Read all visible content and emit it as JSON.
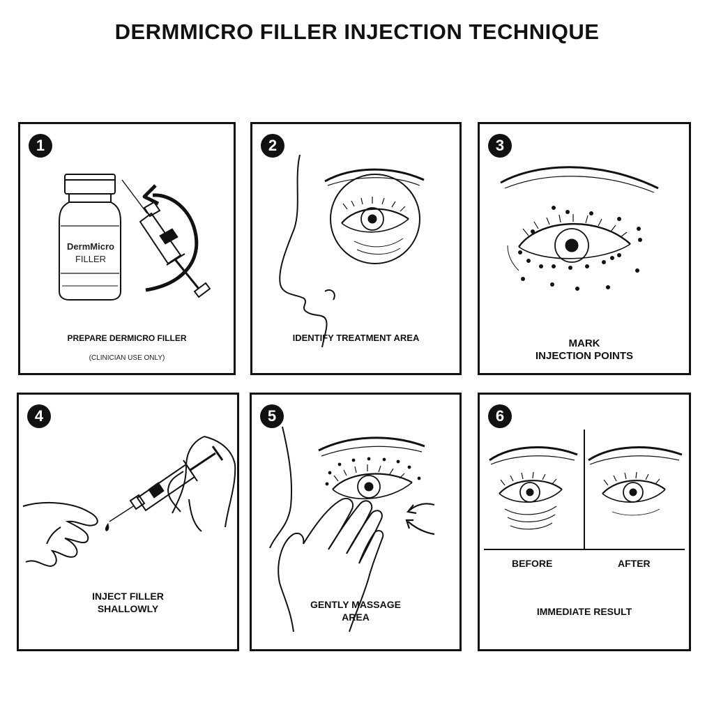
{
  "title": "DERMMICRO FILLER INJECTION TECHNIQUE",
  "steps": [
    {
      "number": "1",
      "caption": "PREPARE DERMICRO FILLER",
      "note": "(CLINICIAN USE ONLY)",
      "vial_brand": "DermMicro",
      "vial_product": "FILLER",
      "icons": [
        "vial-icon",
        "syringe-icon",
        "rotate-arrow-icon"
      ]
    },
    {
      "number": "2",
      "caption": "IDENTIFY TREATMENT AREA",
      "icons": [
        "face-profile-icon",
        "eye-icon"
      ]
    },
    {
      "number": "3",
      "caption_line1": "MARK",
      "caption_line2": "INJECTION POINTS",
      "icons": [
        "eye-icon",
        "injection-dots"
      ]
    },
    {
      "number": "4",
      "caption_line1": "INJECT FILLER",
      "caption_line2": "SHALLOWLY",
      "icons": [
        "hand-icon",
        "syringe-icon"
      ]
    },
    {
      "number": "5",
      "caption_line1": "GENTLY MASSAGE",
      "caption_line2": "AREA",
      "icons": [
        "hand-icon",
        "eye-icon",
        "arrow-icon"
      ]
    },
    {
      "number": "6",
      "before": "BEFORE",
      "after": "AFTER",
      "caption": "IMMEDIATE RESULT",
      "icons": [
        "eye-icon"
      ]
    }
  ]
}
